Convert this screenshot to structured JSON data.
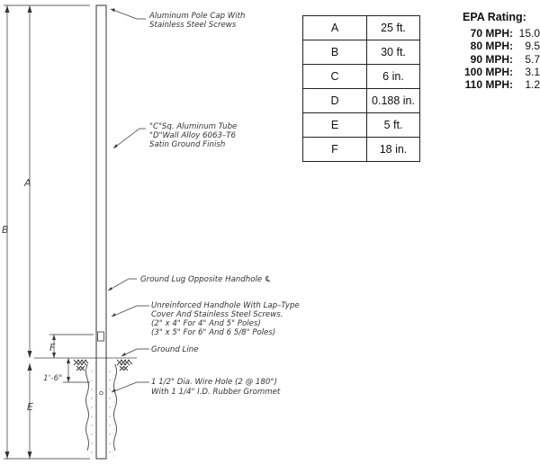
{
  "callouts": {
    "pole_cap": [
      "Aluminum Pole Cap With",
      "Stainless Steel Screws"
    ],
    "tube": [
      "\"C\"Sq. Aluminum Tube",
      "\"D\"Wall Alloy 6063–T6",
      "Satin Ground Finish"
    ],
    "ground_lug": "Ground Lug Opposite Handhole ℄",
    "handhole": [
      "Unreinforced Handhole With Lap–Type",
      "Cover And Stainless Steel Screws.",
      "(2\" x 4\" For 4\" And 5\" Poles)",
      "(3\" x 5\" For 6\" And 6 5/8\" Poles)"
    ],
    "ground_line": "Ground Line",
    "wire_hole": [
      "1 1/2\" Dia. Wire Hole (2 @ 180°)",
      "With 1 1/4\" I.D. Rubber Grommet"
    ]
  },
  "dimensions": {
    "a": "A",
    "b": "B",
    "e": "E",
    "f": "F",
    "embed": "1'-6\""
  },
  "spec_table": [
    {
      "key": "A",
      "value": "25 ft."
    },
    {
      "key": "B",
      "value": "30 ft."
    },
    {
      "key": "C",
      "value": "6 in."
    },
    {
      "key": "D",
      "value": "0.188 in."
    },
    {
      "key": "E",
      "value": "5 ft."
    },
    {
      "key": "F",
      "value": "18 in."
    }
  ],
  "epa": {
    "title": "EPA Rating:",
    "rows": [
      {
        "speed": "70 MPH:",
        "value": "15.0"
      },
      {
        "speed": "80 MPH:",
        "value": "9.5"
      },
      {
        "speed": "90 MPH:",
        "value": "5.7"
      },
      {
        "speed": "100 MPH:",
        "value": "3.1"
      },
      {
        "speed": "110 MPH:",
        "value": "1.2"
      }
    ]
  }
}
